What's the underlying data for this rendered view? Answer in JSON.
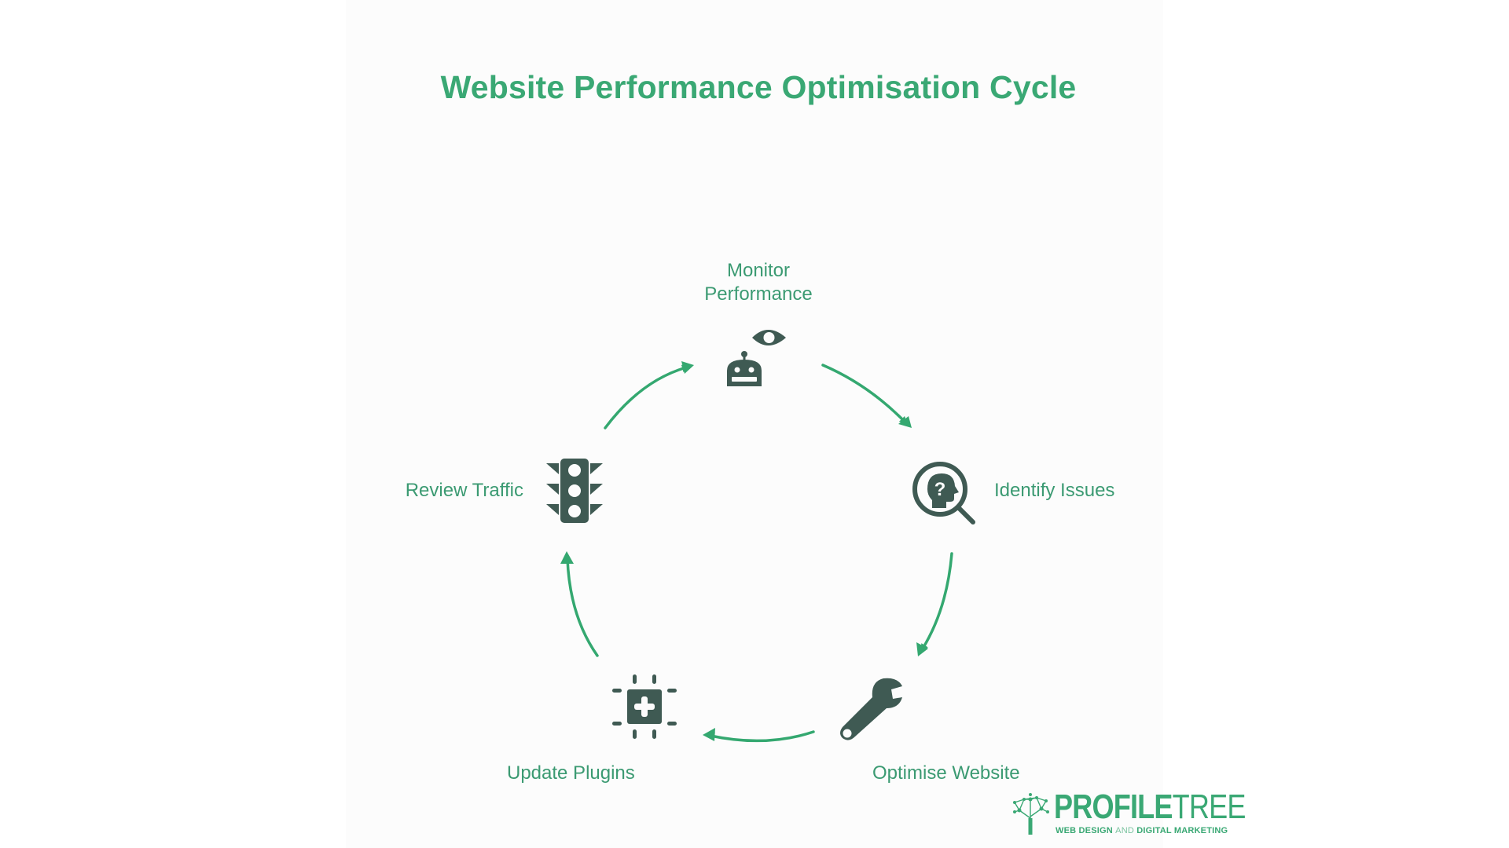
{
  "title": "Website Performance Optimisation Cycle",
  "colors": {
    "title": "#3aa874",
    "label": "#3b9a72",
    "arrow": "#34a870",
    "icon": "#3f5a53",
    "panel_bg": "#fcfcfc"
  },
  "nodes": [
    {
      "id": "monitor",
      "label_line1": "Monitor",
      "label_line2": "Performance",
      "icon": "robot-eye-icon"
    },
    {
      "id": "identify",
      "label": "Identify Issues",
      "icon": "magnifier-question-head-icon"
    },
    {
      "id": "optimise",
      "label": "Optimise Website",
      "icon": "wrench-icon"
    },
    {
      "id": "update",
      "label": "Update Plugins",
      "icon": "plugin-plus-icon"
    },
    {
      "id": "review",
      "label": "Review Traffic",
      "icon": "traffic-light-icon"
    }
  ],
  "flow": [
    {
      "from": "review",
      "to": "monitor"
    },
    {
      "from": "monitor",
      "to": "identify"
    },
    {
      "from": "identify",
      "to": "optimise"
    },
    {
      "from": "optimise",
      "to": "update"
    },
    {
      "from": "update",
      "to": "review"
    }
  ],
  "logo": {
    "brand_bold": "PROFILE",
    "brand_light": "TREE",
    "tagline_a": "WEB DESIGN ",
    "tagline_and": "AND",
    "tagline_b": " DIGITAL MARKETING"
  }
}
